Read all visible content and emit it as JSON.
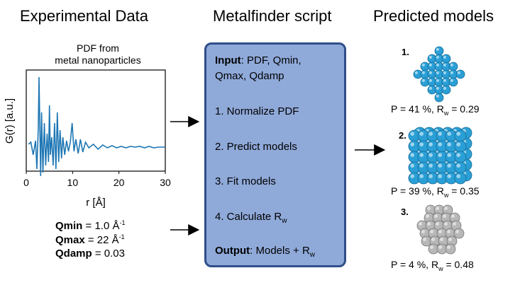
{
  "headings": {
    "experimental": "Experimental Data",
    "script": "Metalfinder script",
    "predicted": "Predicted models"
  },
  "chart_data": {
    "type": "line",
    "title": "PDF from metal nanoparticles",
    "xlabel": "r [Å]",
    "ylabel": "G(r) [a.u.]",
    "xlim": [
      0,
      30
    ],
    "xticks": [
      "0",
      "10",
      "20",
      "30"
    ],
    "grid": false,
    "series": [
      {
        "x": [
          0.5,
          1.0,
          1.5,
          2.0,
          2.3,
          2.6,
          2.75,
          2.9,
          3.1,
          3.3,
          3.6,
          3.9,
          4.2,
          4.5,
          4.8,
          5.0,
          5.2,
          5.5,
          5.8,
          6.1,
          6.4,
          6.7,
          7.0,
          7.3,
          7.6,
          7.9,
          8.3,
          8.7,
          9.1,
          9.5,
          9.9,
          10.3,
          10.7,
          11.2,
          11.7,
          12.2,
          12.8,
          13.5,
          14.5,
          15.5,
          16.5,
          17.5,
          18.5,
          19.5,
          20.5,
          21.5,
          22.5,
          23.5,
          24.5,
          25.5,
          26.5,
          27.5,
          28.5,
          29.5,
          30.0
        ],
        "y": [
          0.05,
          0.08,
          -0.1,
          0.1,
          -0.3,
          0.3,
          1.0,
          0.45,
          -0.4,
          0.5,
          -0.35,
          0.35,
          -0.25,
          0.2,
          -0.2,
          0.6,
          -0.1,
          0.15,
          -0.25,
          0.35,
          -0.3,
          0.5,
          -0.2,
          0.25,
          -0.15,
          0.15,
          -0.1,
          0.1,
          -0.05,
          0.08,
          0.35,
          -0.05,
          0.12,
          -0.08,
          0.12,
          -0.06,
          0.08,
          0.0,
          0.05,
          -0.02,
          0.04,
          0.0,
          0.03,
          0.0,
          0.02,
          0.0,
          0.02,
          0.01,
          0.02,
          0.0,
          0.02,
          0.0,
          0.01,
          0.01,
          0.01
        ]
      }
    ]
  },
  "params": [
    {
      "name": "Qmin",
      "value": " = 1.0 Å",
      "sup": "-1"
    },
    {
      "name": "Qmax",
      "value": " = 22 Å",
      "sup": "-1"
    },
    {
      "name": "Qdamp",
      "value": " = 0.03",
      "sup": ""
    }
  ],
  "script_box": {
    "input_label": "Input",
    "input_text": ": PDF, Qmin,",
    "input_line2": "Qmax, Qdamp",
    "step1": "1. Normalize PDF",
    "step2": "2. Predict models",
    "step3": "3. Fit models",
    "step4": "4. Calculate R",
    "step4_sub": "w",
    "output_label": "Output",
    "output_text": ": Models + R",
    "output_sub": "w"
  },
  "models": [
    {
      "num": "1.",
      "p_text": "P = 41 %, R",
      "sub": "w",
      "rw": " = 0.29",
      "color": "#2a9fd6"
    },
    {
      "num": "2.",
      "p_text": "P = 39 %, R",
      "sub": "w",
      "rw": " = 0.35",
      "color": "#2a9fd6"
    },
    {
      "num": "3.",
      "p_text": "P = 4 %, R",
      "sub": "w",
      "rw": " = 0.48",
      "color": "#b8b8b8"
    }
  ]
}
